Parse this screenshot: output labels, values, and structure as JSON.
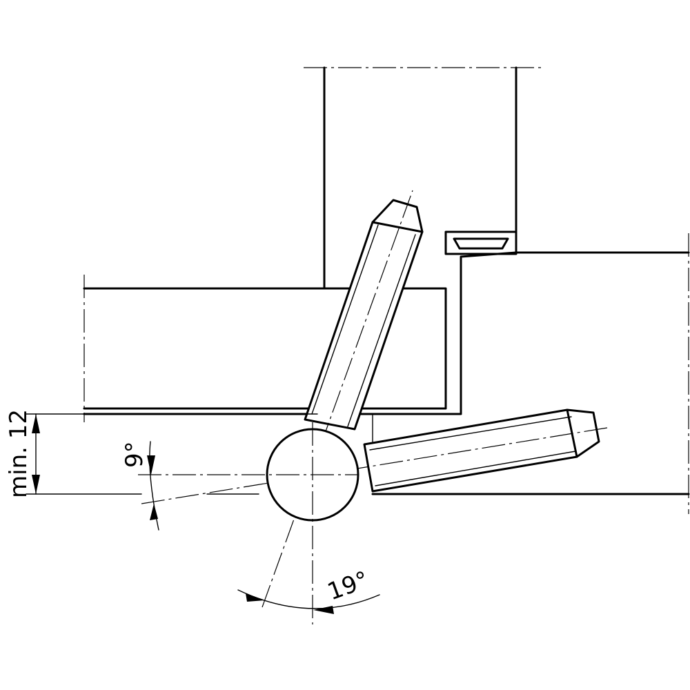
{
  "dimensions": {
    "min_gap_label": "min. 12",
    "leaf_angle_label": "9°",
    "frame_angle_label": "19°"
  }
}
